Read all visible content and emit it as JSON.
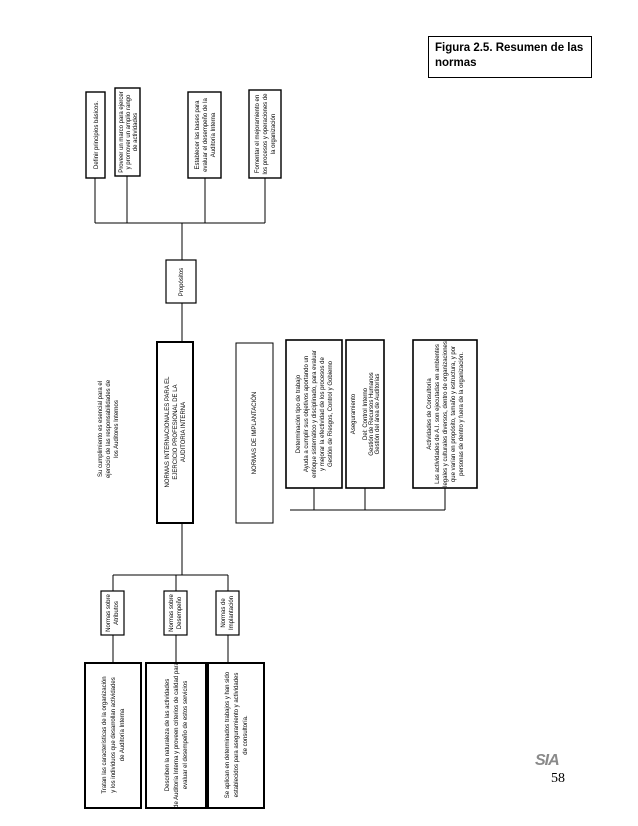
{
  "caption": "Figura 2.5. Resumen de las normas",
  "page_number": "58",
  "logo_text": "SIA",
  "diagram": {
    "center_box": [
      "NORMAS INTERNACIONALES PARA EL",
      "EJERCICIO PROFESIONAL DE LA",
      "AUDITORIA INTERNA"
    ],
    "purpose_note": [
      "Su cumplimiento es esencial para el",
      "ejercicio de las responsabilidades de",
      "los Auditores Internos"
    ],
    "propositos_label": "Propósitos",
    "purposes": [
      [
        "Definir principios básicos."
      ],
      [
        "Proveer un marco para ejercer",
        "y promover un amplio rango",
        "de actividades"
      ],
      [
        "Establecer las bases para",
        "evaluar el desempeño de la",
        "Auditoría Interna"
      ],
      [
        "Fomentar el mejoramiento en",
        "los procesos y operaciones de",
        "la organización"
      ]
    ],
    "implementation_box": "NORMAS DE IMPLANTACIÓN",
    "implementation_items": [
      [
        "Determinación tipo de trabajo",
        "Ayuda a cumplir sus objetivos aportando un",
        "enfoque sistemático y disciplinado, para evaluar",
        "y mejorar la efectividad de los procesos de",
        "Gestión de Riesgos, Control y Gobierno"
      ],
      [
        "Aseguramiento",
        "",
        "Del: Control Interno",
        "Gestión de Recursos Humanos",
        "Gestión del área de Auditorías"
      ],
      [
        "Actividades de Consultoría",
        "Las actividades de A.I. son ejecutadas en ambientes",
        "legales y culturales diversos, dentro de organizaciones",
        "que varían en propósito, tamaño y estructura, y por",
        "personas de dentro y fuera de la organización."
      ]
    ],
    "norm_types": [
      [
        "Normas sobre",
        "Atributos"
      ],
      [
        "Normas sobre",
        "Desempeño"
      ],
      [
        "Normas de",
        "Implantación"
      ]
    ],
    "norm_descriptions": [
      [
        "Tratan las características de la organización",
        "y los individuos que desarrollan actividades",
        "de Auditoría Interna"
      ],
      [
        "Describen la naturaleza de las actividades",
        "de Auditoría Interna y proveen criterios de calidad para",
        "evaluar el desempeño de estos servicios"
      ],
      [
        "Se aplican en determinados trabajos y han sido",
        "establecidos para aseguramiento y actividades",
        "de consultoría."
      ]
    ]
  }
}
